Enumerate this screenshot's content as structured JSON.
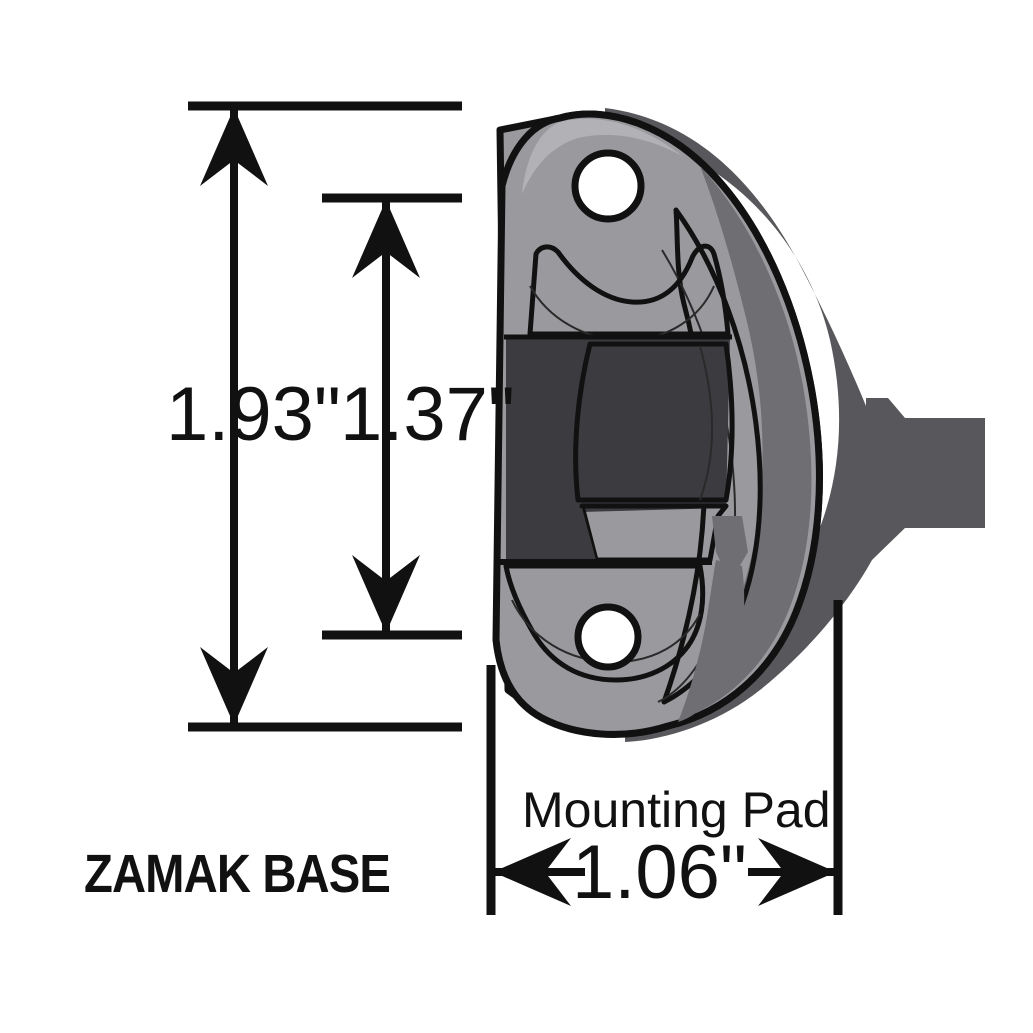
{
  "drawing": {
    "title": "ZAMAK BASE",
    "background_color": "#ffffff",
    "line_color": "#111111",
    "dimensions": {
      "overall_height": {
        "value": "1.93\"",
        "orientation": "vertical",
        "arrow_style": "double-headed-barbed"
      },
      "inner_height": {
        "value": "1.37\"",
        "orientation": "vertical",
        "arrow_style": "double-headed-barbed"
      },
      "mounting_pad_width": {
        "label": "Mounting Pad",
        "value": "1.06\"",
        "orientation": "horizontal",
        "arrow_style": "outward-barbed"
      }
    },
    "part": {
      "name": "zamak-base-bracket",
      "material": "Zamak",
      "colors": {
        "face_light": "#a9a9ad",
        "face_mid": "#9a9a9e",
        "face_dark": "#58585c",
        "cavity_dark": "#3c3c40",
        "cavity_mid": "#6e6e73",
        "highlight": "#b4b4b8",
        "outline": "#111111"
      },
      "features": [
        "upper-mounting-hole",
        "lower-mounting-hole",
        "internal-cavity",
        "side-wing-flange"
      ]
    }
  }
}
